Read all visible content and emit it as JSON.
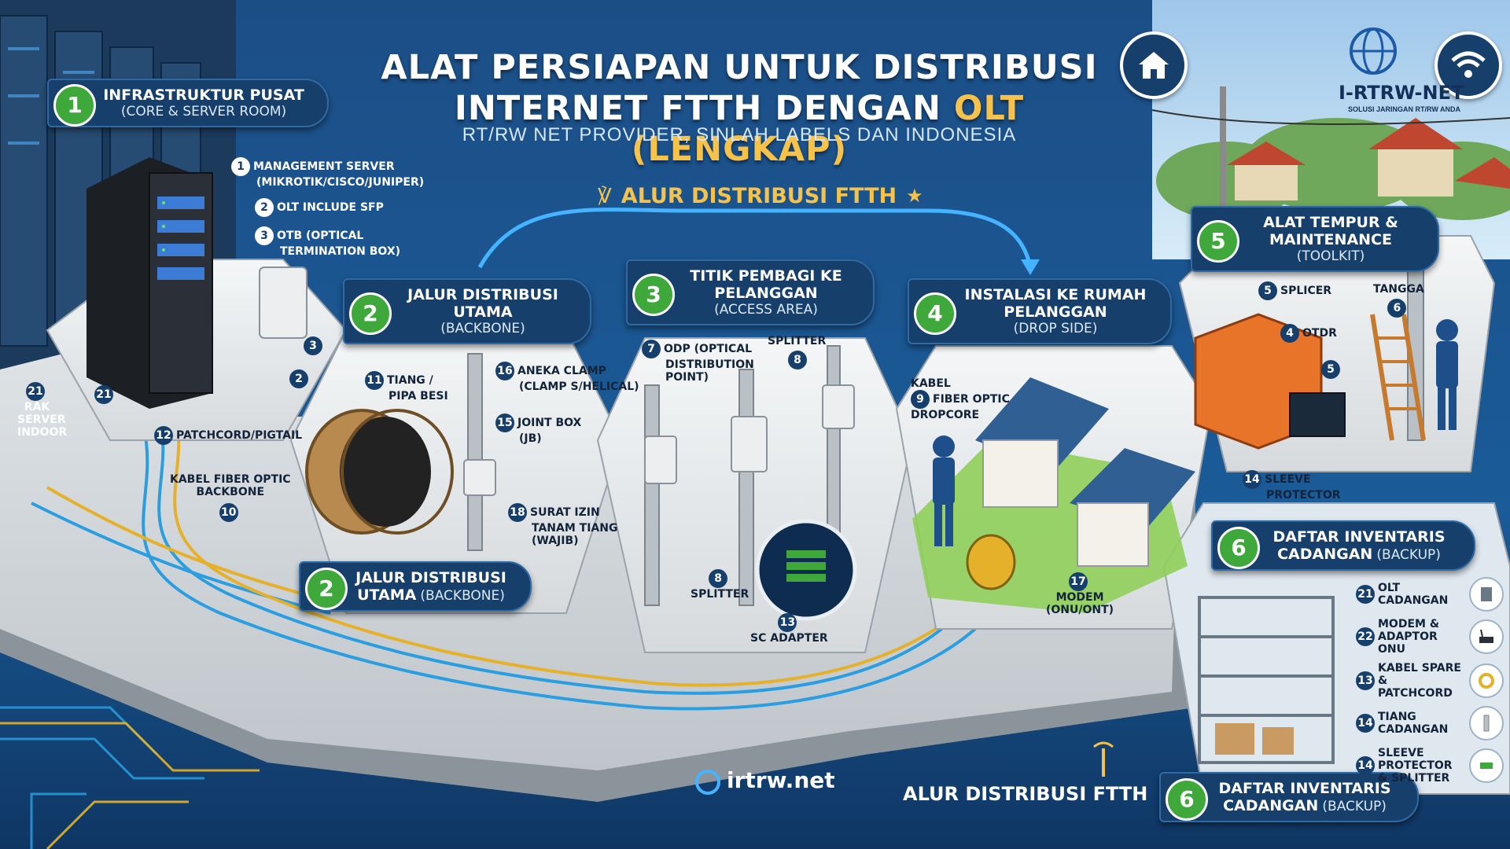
{
  "header": {
    "title_line1": "ALAT PERSIAPAN UNTUK DISTRIBUSI",
    "title_line2_a": "INTERNET FTTH DENGAN ",
    "title_line2_b": "OLT (LENGKAP)",
    "subtitle": "RT/RW NET PROVIDER, SINLAH LABELS DAN INDONESIA",
    "flow_title": "ALUR DISTRIBUSI FTTH"
  },
  "brand": {
    "name": "I-RTRW-NET",
    "tagline": "SOLUSI JARINGAN RT/RW ANDA",
    "site": "irtrw.net"
  },
  "flow_bottom": "ALUR DISTRIBUSI FTTH",
  "sections": {
    "s1": {
      "num": "1",
      "title": "INFRASTRUKTUR PUSAT",
      "sub": "(CORE & SERVER ROOM)"
    },
    "s2": {
      "num": "2",
      "title": "JALUR DISTRIBUSI UTAMA",
      "sub": "(BACKBONE)"
    },
    "s2b": {
      "num": "2",
      "title_a": "JALUR DISTRIBUSI",
      "title_b": "UTAMA",
      "title_c": "(BACKBONE)"
    },
    "s3": {
      "num": "3",
      "title": "TITIK PEMBAGI KE PELANGGAN",
      "sub": "(ACCESS AREA)"
    },
    "s4": {
      "num": "4",
      "title": "INSTALASI KE RUMAH PELANGGAN",
      "sub": "(DROP SIDE)"
    },
    "s5": {
      "num": "5",
      "title": "ALAT TEMPUR & MAINTENANCE",
      "sub": "(TOOLKIT)"
    },
    "s6": {
      "num": "6",
      "title_a": "DAFTAR INVENTARIS",
      "title_b": "CADANGAN",
      "sub": "(BACKUP)"
    },
    "s6b": {
      "num": "6",
      "title_a": "DAFTAR INVENTARIS",
      "title_b": "CADANGAN",
      "sub": "(BACKUP)"
    }
  },
  "labels": {
    "mgmt": {
      "n": "1",
      "a": "MANAGEMENT SERVER",
      "b": "(MIKROTIK/CISCO/JUNIPER)"
    },
    "olt": {
      "n": "2",
      "a": "OLT INCLUDE SFP"
    },
    "otb": {
      "n": "3",
      "a": "OTB (OPTICAL",
      "b": "TERMINATION BOX)"
    },
    "rak": {
      "n": "21",
      "a": "RAK",
      "b": "SERVER",
      "c": "INDOOR"
    },
    "rak2": {
      "n": "21"
    },
    "otb_n": {
      "n": "3"
    },
    "olt_n": {
      "n": "2"
    },
    "patch": {
      "n": "12",
      "a": "PATCHCORD/PIGTAIL"
    },
    "kabel_bb": {
      "n": "10",
      "a": "KABEL FIBER OPTIC",
      "b": "BACKBONE"
    },
    "tiang": {
      "n": "11",
      "a": "TIANG /",
      "b": "PIPA BESI"
    },
    "clamp": {
      "n": "16",
      "a": "ANEKA CLAMP",
      "b": "(CLAMP S/HELICAL)"
    },
    "jb": {
      "n": "15",
      "a": "JOINT BOX",
      "b": "(JB)"
    },
    "izin": {
      "n": "18",
      "a": "SURAT IZIN",
      "b": "TANAM TIANG",
      "c": "(WAJIB)"
    },
    "odp": {
      "n": "7",
      "a": "ODP (OPTICAL",
      "b": "DISTRIBUTION",
      "c": "POINT)"
    },
    "splitter_top": {
      "n": "8",
      "a": "SPLITTER"
    },
    "splitter_bot": {
      "n": "8",
      "a": "SPLITTER"
    },
    "sc": {
      "n": "13",
      "a": "SC ADAPTER"
    },
    "drop": {
      "n": "9",
      "a": "KABEL",
      "b": "FIBER OPTIC",
      "c": "DROPCORE"
    },
    "modem": {
      "n": "17",
      "a": "MODEM",
      "b": "(ONU/ONT)"
    },
    "splicer": {
      "n": "5",
      "a": "SPLICER"
    },
    "tangga": {
      "n": "6",
      "a": "TANGGA"
    },
    "otdr": {
      "n": "4",
      "a": "OTDR"
    },
    "n5": {
      "n": "5"
    },
    "sleeve": {
      "n": "14",
      "a": "SLEEVE",
      "b": "PROTECTOR"
    }
  },
  "inventory": [
    {
      "n": "21",
      "a": "OLT CADANGAN",
      "b": "",
      "icon": "olt-icon"
    },
    {
      "n": "22",
      "a": "MODEM &",
      "b": "ADAPTOR ONU",
      "icon": "router-icon"
    },
    {
      "n": "13",
      "a": "KABEL SPARE",
      "b": "& PATCHCORD",
      "icon": "cable-icon"
    },
    {
      "n": "14",
      "a": "TIANG",
      "b": "CADANGAN",
      "icon": "pole-icon"
    },
    {
      "n": "14",
      "a": "SLEEVE",
      "b": "PROTECTOR & SPLITTER",
      "icon": "splitter-icon"
    }
  ],
  "colors": {
    "navy": "#163f6c",
    "green": "#3fa83a",
    "gold": "#f6c24a",
    "fiber_blue": "#2a9ee0",
    "fiber_yellow": "#e6b12a"
  },
  "icons": {
    "home": "home-icon",
    "wifi": "wifi-icon",
    "logo": "globe-logo-icon"
  }
}
